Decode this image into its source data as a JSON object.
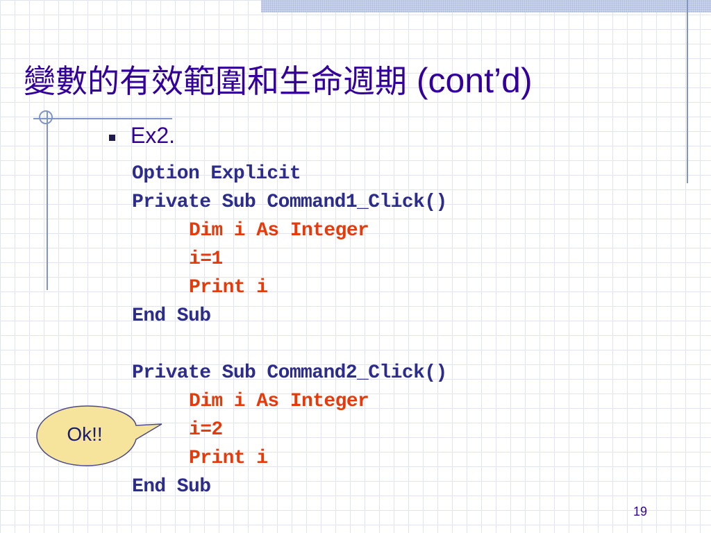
{
  "slide": {
    "title_cjk": "變數的有效範圍和生命週期",
    "title_suffix": " (cont’d)",
    "bullet_text": "Ex2.",
    "code_lines": [
      "Option Explicit",
      "Private Sub Command1_Click()",
      "Dim i As Integer",
      "i=1",
      "Print i",
      "End Sub",
      "",
      "Private Sub Command2_Click()",
      "Dim i As Integer",
      "i=2",
      "Print i",
      "End Sub"
    ],
    "callout_text": "Ok!!",
    "page_number": "19"
  },
  "colors": {
    "title": "#330099",
    "code_keyword": "#2c2c8c",
    "code_highlight": "#e63a0a",
    "callout_fill": "#f6e49c",
    "callout_border": "#4a4a8a",
    "grid": "#dfe4f0"
  }
}
